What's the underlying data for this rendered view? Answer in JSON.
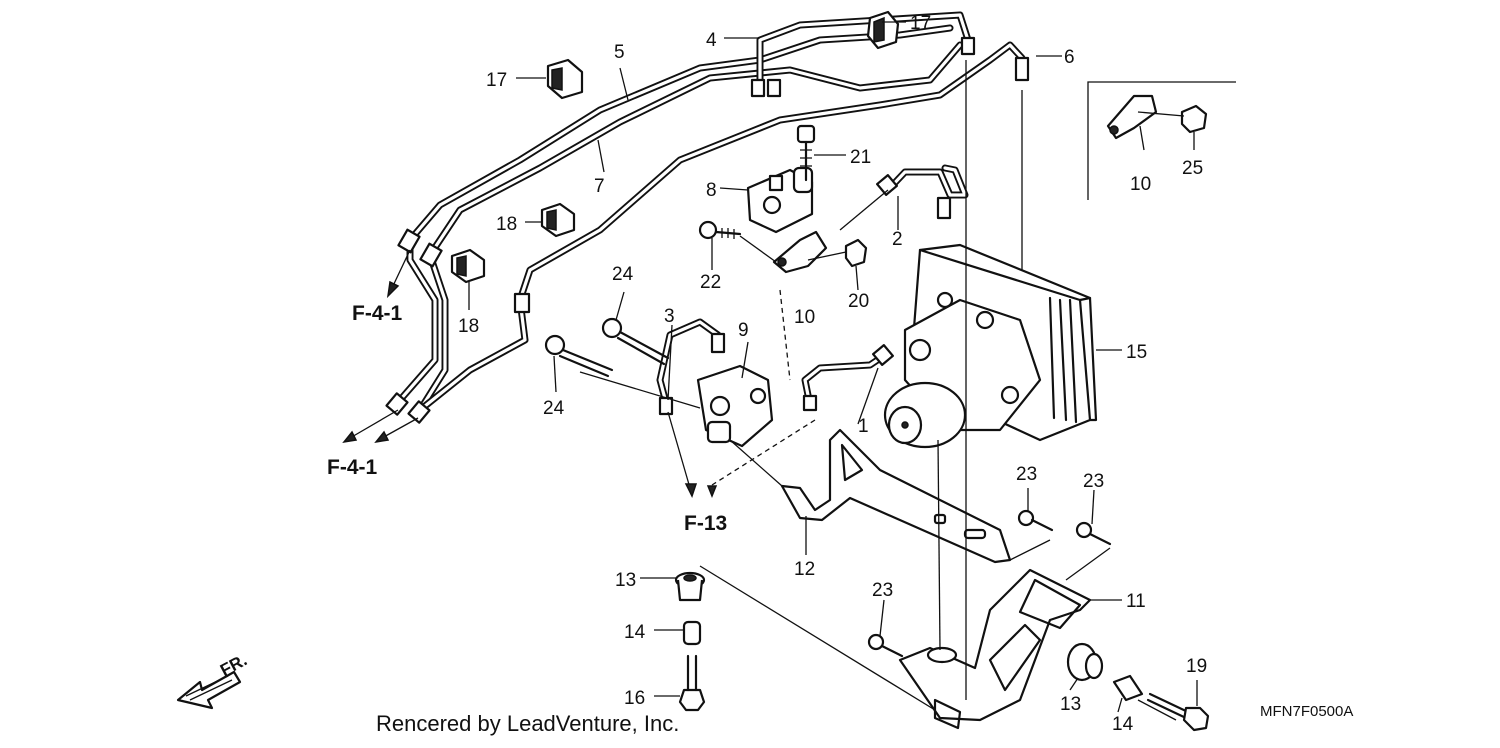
{
  "callouts": [
    "1",
    "2",
    "3",
    "4",
    "5",
    "6",
    "7",
    "8",
    "9",
    "10",
    "10",
    "11",
    "12",
    "13",
    "13",
    "14",
    "14",
    "15",
    "16",
    "17",
    "17",
    "18",
    "18",
    "19",
    "20",
    "21",
    "22",
    "23",
    "23",
    "23",
    "24",
    "24",
    "25"
  ],
  "references": [
    "F-4-1",
    "F-4-1",
    "F-13"
  ],
  "direction_label": "FR.",
  "credit": "Rencered by LeadVenture, Inc.",
  "diagram_code": "MFN7F0500A",
  "icons": [
    "front-direction-arrow-icon"
  ]
}
